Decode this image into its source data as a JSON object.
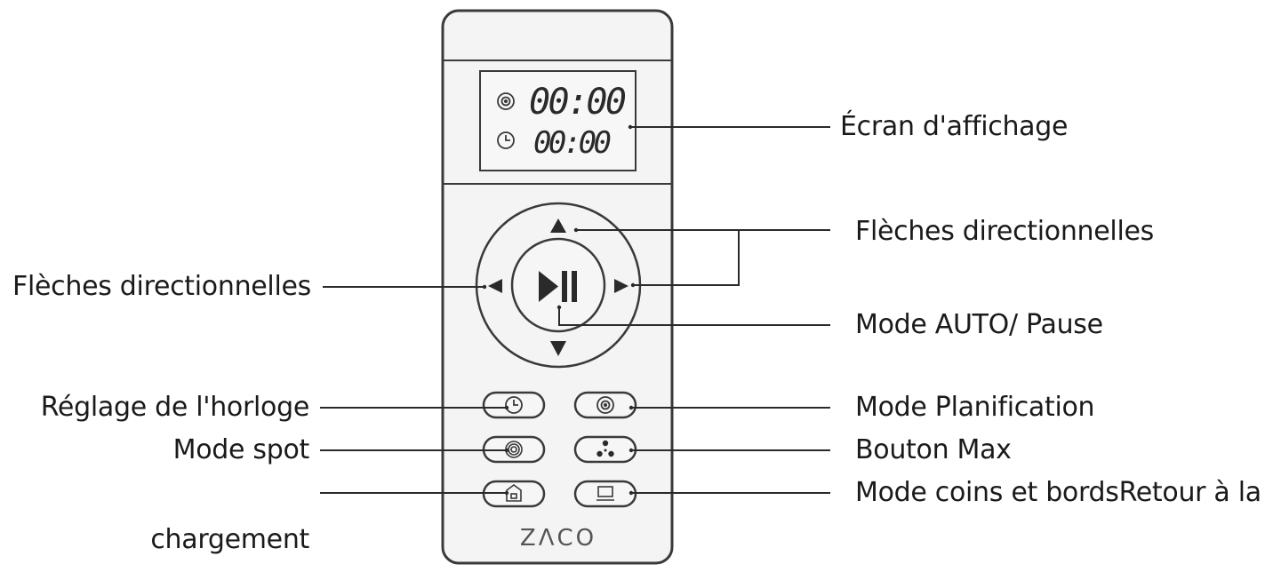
{
  "labels": {
    "display_screen": "Écran d'affichage",
    "arrows_right": "Flèches directionnelles",
    "arrows_left": "Flèches directionnelles",
    "auto_pause": "Mode AUTO/ Pause",
    "clock_setting": "Réglage de l'horloge",
    "schedule_mode": "Mode Planification",
    "spot_mode": "Mode spot",
    "max_button": "Bouton Max",
    "edges_return": "Mode coins et bordsRetour à la",
    "charging": "chargement"
  },
  "display": {
    "time_top": "00:00",
    "time_bottom": "00:00"
  },
  "brand": "ZΛCO",
  "colors": {
    "stroke": "#3a3a3a",
    "fill": "#f4f4f4",
    "text": "#1a1a1a"
  },
  "icons": {
    "schedule": "target-icon",
    "clock": "clock-icon",
    "play_pause": "play-pause-icon",
    "spot": "spiral-icon",
    "max": "fan-icon",
    "home": "home-icon",
    "edges": "edge-icon"
  }
}
